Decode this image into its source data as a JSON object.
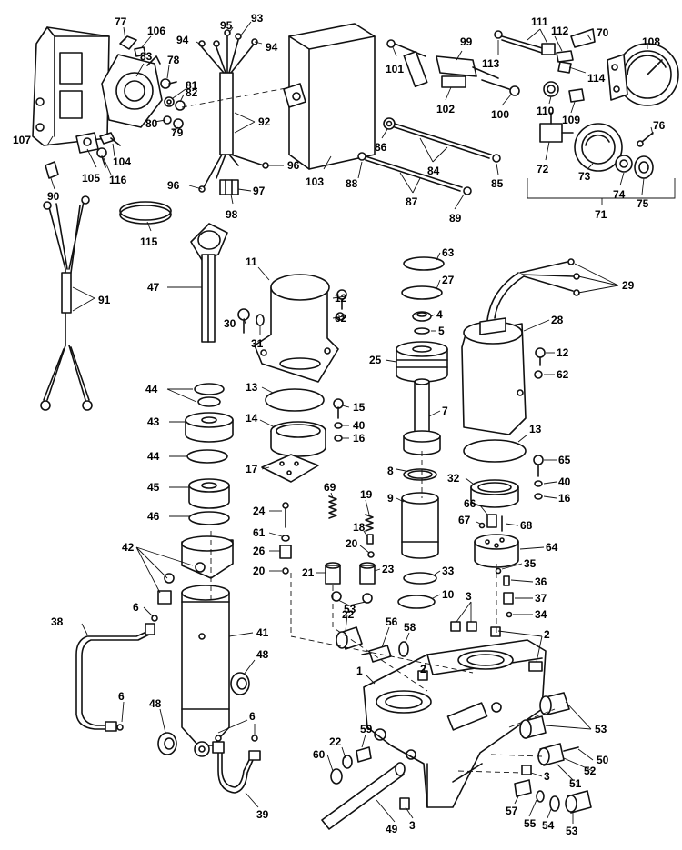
{
  "labels": {
    "p1": "1",
    "p2": "2",
    "p3": "3",
    "p4": "4",
    "p5": "5",
    "p6": "6",
    "p7": "7",
    "p8": "8",
    "p9": "9",
    "p10": "10",
    "p11": "11",
    "p12": "12",
    "p13": "13",
    "p14": "14",
    "p15": "15",
    "p16": "16",
    "p17": "17",
    "p18": "18",
    "p19": "19",
    "p20": "20",
    "p21": "21",
    "p22": "22",
    "p23": "23",
    "p24": "24",
    "p25": "25",
    "p26": "26",
    "p27": "27",
    "p28": "28",
    "p29": "29",
    "p30": "30",
    "p31": "31",
    "p32": "32",
    "p33": "33",
    "p34": "34",
    "p35": "35",
    "p36": "36",
    "p37": "37",
    "p38": "38",
    "p39": "39",
    "p40": "40",
    "p41": "41",
    "p42": "42",
    "p43": "43",
    "p44": "44",
    "p45": "45",
    "p46": "46",
    "p47": "47",
    "p48": "48",
    "p49": "49",
    "p50": "50",
    "p51": "51",
    "p52": "52",
    "p53": "53",
    "p54": "54",
    "p55": "55",
    "p56": "56",
    "p57": "57",
    "p58": "58",
    "p59": "59",
    "p60": "60",
    "p61": "61",
    "p62": "62",
    "p63": "63",
    "p64": "64",
    "p65": "65",
    "p66": "66",
    "p67": "67",
    "p68": "68",
    "p69": "69",
    "p70": "70",
    "p71": "71",
    "p72": "72",
    "p73": "73",
    "p74": "74",
    "p75": "75",
    "p76": "76",
    "p77": "77",
    "p78": "78",
    "p79": "79",
    "p80": "80",
    "p81": "81",
    "p82": "82",
    "p83": "83",
    "p84": "84",
    "p85": "85",
    "p86": "86",
    "p87": "87",
    "p88": "88",
    "p89": "89",
    "p90": "90",
    "p91": "91",
    "p92": "92",
    "p93": "93",
    "p94": "94",
    "p95": "95",
    "p96": "96",
    "p97": "97",
    "p98": "98",
    "p99": "99",
    "p100": "100",
    "p101": "101",
    "p102": "102",
    "p103": "103",
    "p104": "104",
    "p105": "105",
    "p106": "106",
    "p107": "107",
    "p108": "108",
    "p109": "109",
    "p110": "110",
    "p111": "111",
    "p112": "112",
    "p113": "113",
    "p114": "114",
    "p115": "115",
    "p116": "116"
  },
  "colors": {
    "ink": "#111111",
    "paper": "#ffffff"
  }
}
